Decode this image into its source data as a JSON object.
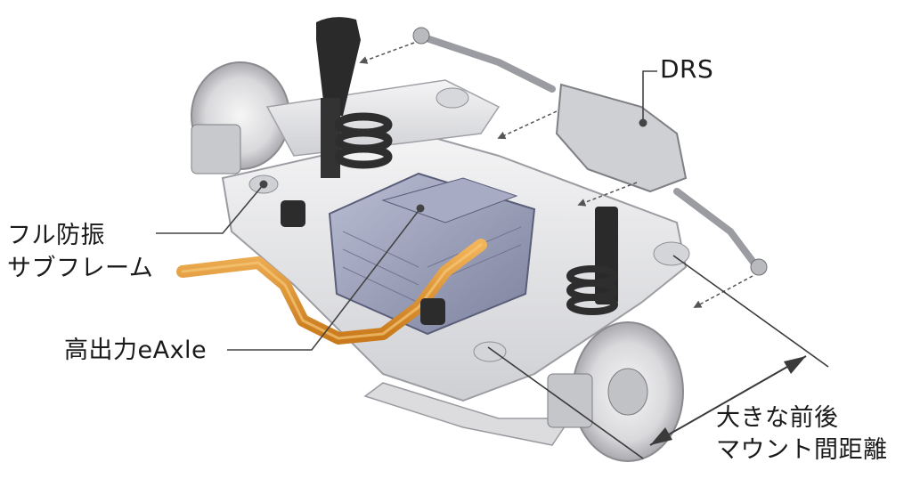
{
  "labels": {
    "drs": "DRS",
    "subframe": [
      "フル防振",
      "サブフレーム"
    ],
    "eaxle": "高出力eAxle",
    "mount": [
      "大きな前後",
      "マウント間距離"
    ]
  },
  "colors": {
    "eaxle_pipe": "#e0922c",
    "motor_housing": "#9aa0bc",
    "damper": "#2a2a2a",
    "frame": "#e4e4e6",
    "leader_line": "#444444"
  },
  "icons": [
    "drs-leader-dot",
    "eaxle-leader-dot",
    "subframe-leader-dot",
    "dimension-arrow"
  ]
}
